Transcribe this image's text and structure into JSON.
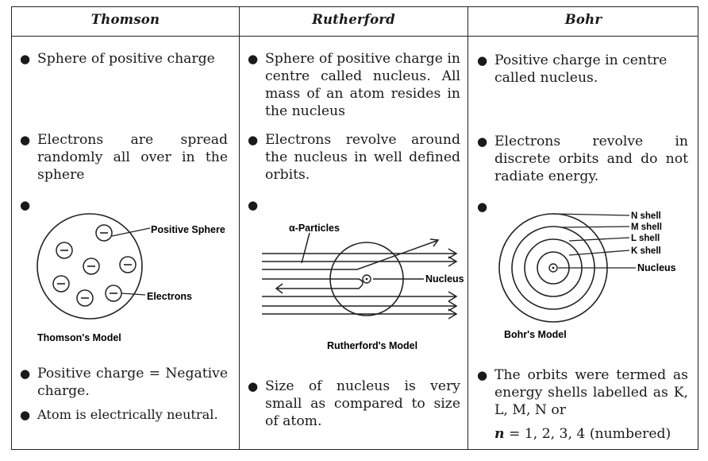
{
  "headers": {
    "thomson": "Thomson",
    "rutherford": "Rutherford",
    "bohr": "Bohr"
  },
  "thomson": {
    "p1": "Sphere of positive charge",
    "p2": "Electrons are spread randomly all over in the sphere",
    "diagram": {
      "positive_sphere": "Positive Sphere",
      "electrons": "Electrons",
      "caption": "Thomson's Model",
      "electron_symbol": "⊖"
    },
    "p3": "Positive charge = Negative charge.",
    "p4": "Atom is electrically neutral."
  },
  "rutherford": {
    "p1": "Sphere of positive charge in centre called nucleus. All mass of an atom resides in the nucleus",
    "p2": "Electrons revolve around the nucleus in well defined orbits.",
    "diagram": {
      "alpha": "α-Particles",
      "nucleus": "Nucleus",
      "caption": "Rutherford's Model"
    },
    "p3": "Size of nucleus is very small as compared to size of atom."
  },
  "bohr": {
    "p1": "Positive charge in centre called nucleus.",
    "p2": "Electrons revolve in discrete orbits and do not radiate energy.",
    "diagram": {
      "n": "N shell",
      "m": "M shell",
      "l": "L shell",
      "k": "K shell",
      "nucleus": "Nucleus",
      "caption": "Bohr's Model"
    },
    "p3": "The orbits were termed as energy shells labelled as K, L, M, N or",
    "p4_n": "n",
    "p4": " = 1, 2, 3, 4 (numbered)"
  },
  "bullet": "●"
}
